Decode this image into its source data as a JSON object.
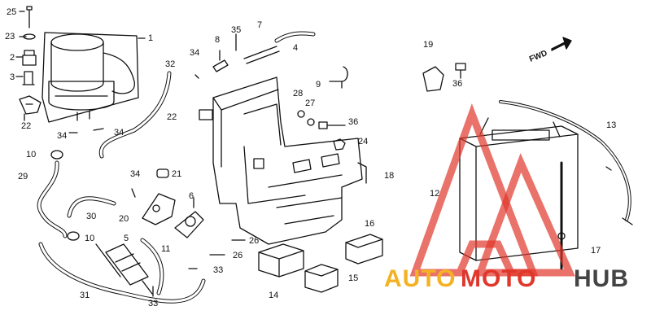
{
  "callouts": [
    {
      "id": "25",
      "label": "25"
    },
    {
      "id": "23",
      "label": "23"
    },
    {
      "id": "2",
      "label": "2"
    },
    {
      "id": "3",
      "label": "3"
    },
    {
      "id": "22a",
      "label": "22"
    },
    {
      "id": "1",
      "label": "1"
    },
    {
      "id": "34a",
      "label": "34"
    },
    {
      "id": "34b",
      "label": "34"
    },
    {
      "id": "34c",
      "label": "34"
    },
    {
      "id": "32",
      "label": "32"
    },
    {
      "id": "8",
      "label": "8"
    },
    {
      "id": "35",
      "label": "35"
    },
    {
      "id": "7",
      "label": "7"
    },
    {
      "id": "4",
      "label": "4"
    },
    {
      "id": "9",
      "label": "9"
    },
    {
      "id": "22b",
      "label": "22"
    },
    {
      "id": "28",
      "label": "28"
    },
    {
      "id": "27",
      "label": "27"
    },
    {
      "id": "36a",
      "label": "36"
    },
    {
      "id": "24",
      "label": "24"
    },
    {
      "id": "18",
      "label": "18"
    },
    {
      "id": "19",
      "label": "19"
    },
    {
      "id": "36b",
      "label": "36"
    },
    {
      "id": "13",
      "label": "13"
    },
    {
      "id": "12",
      "label": "12"
    },
    {
      "id": "17",
      "label": "17"
    },
    {
      "id": "10a",
      "label": "10"
    },
    {
      "id": "29",
      "label": "29"
    },
    {
      "id": "34d",
      "label": "34"
    },
    {
      "id": "21",
      "label": "21"
    },
    {
      "id": "6",
      "label": "6"
    },
    {
      "id": "30",
      "label": "30"
    },
    {
      "id": "20",
      "label": "20"
    },
    {
      "id": "10b",
      "label": "10"
    },
    {
      "id": "5",
      "label": "5"
    },
    {
      "id": "11",
      "label": "11"
    },
    {
      "id": "31",
      "label": "31"
    },
    {
      "id": "33a",
      "label": "33"
    },
    {
      "id": "33b",
      "label": "33"
    },
    {
      "id": "26a",
      "label": "26"
    },
    {
      "id": "26b",
      "label": "26"
    },
    {
      "id": "14",
      "label": "14"
    },
    {
      "id": "15",
      "label": "15"
    },
    {
      "id": "16",
      "label": "16"
    }
  ],
  "direction_label": "FWD",
  "watermark": {
    "part1": "AUTO",
    "part2": "MOTO",
    "part3": "HUB",
    "colors": {
      "orange": "#f4b223",
      "red": "#e0362b",
      "gray": "#444444"
    }
  }
}
